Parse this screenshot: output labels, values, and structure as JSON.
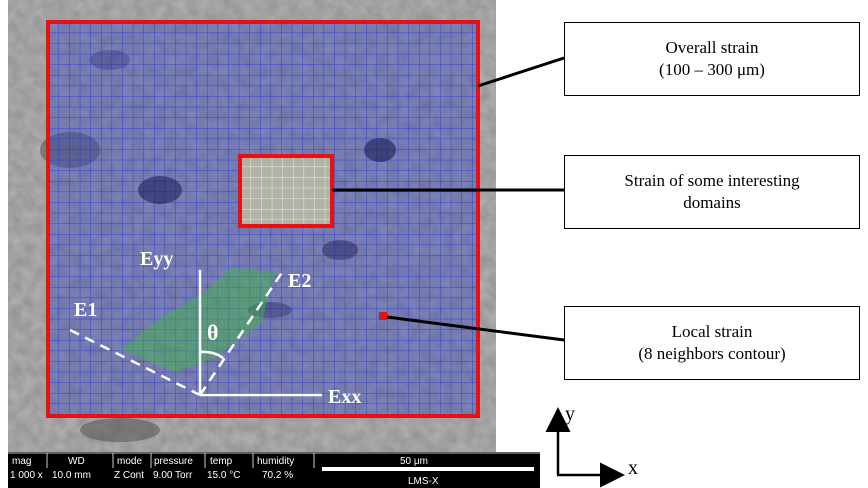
{
  "callouts": {
    "overall": {
      "line1": "Overall strain",
      "line2": "(100 – 300 μm)"
    },
    "domains": {
      "line1": "Strain of some interesting",
      "line2": "domains"
    },
    "local": {
      "line1": "Local strain",
      "line2": "(8 neighbors contour)"
    }
  },
  "labels": {
    "eyy": "Eyy",
    "exx": "Exx",
    "e1": "E1",
    "e2": "E2",
    "theta": "θ"
  },
  "axes": {
    "x": "x",
    "y": "y"
  },
  "sem_bar": {
    "mag": {
      "h": "mag",
      "v": "1 000 x"
    },
    "wd": {
      "h": "WD",
      "v": "10.0 mm"
    },
    "mode": {
      "h": "mode",
      "v": "Z Cont"
    },
    "pressure": {
      "h": "pressure",
      "v": "9.00 Torr"
    },
    "temp": {
      "h": "temp",
      "v": "15.0 °C"
    },
    "humidity": {
      "h": "humidity",
      "v": "70.2 %"
    },
    "scale": "50 μm",
    "instrument": "LMS-X"
  },
  "colors": {
    "region_border": "#e81010",
    "grid": "#1a2bd6",
    "overlay": "#2f3ec9",
    "strain_domain": "#3bbb3b"
  }
}
